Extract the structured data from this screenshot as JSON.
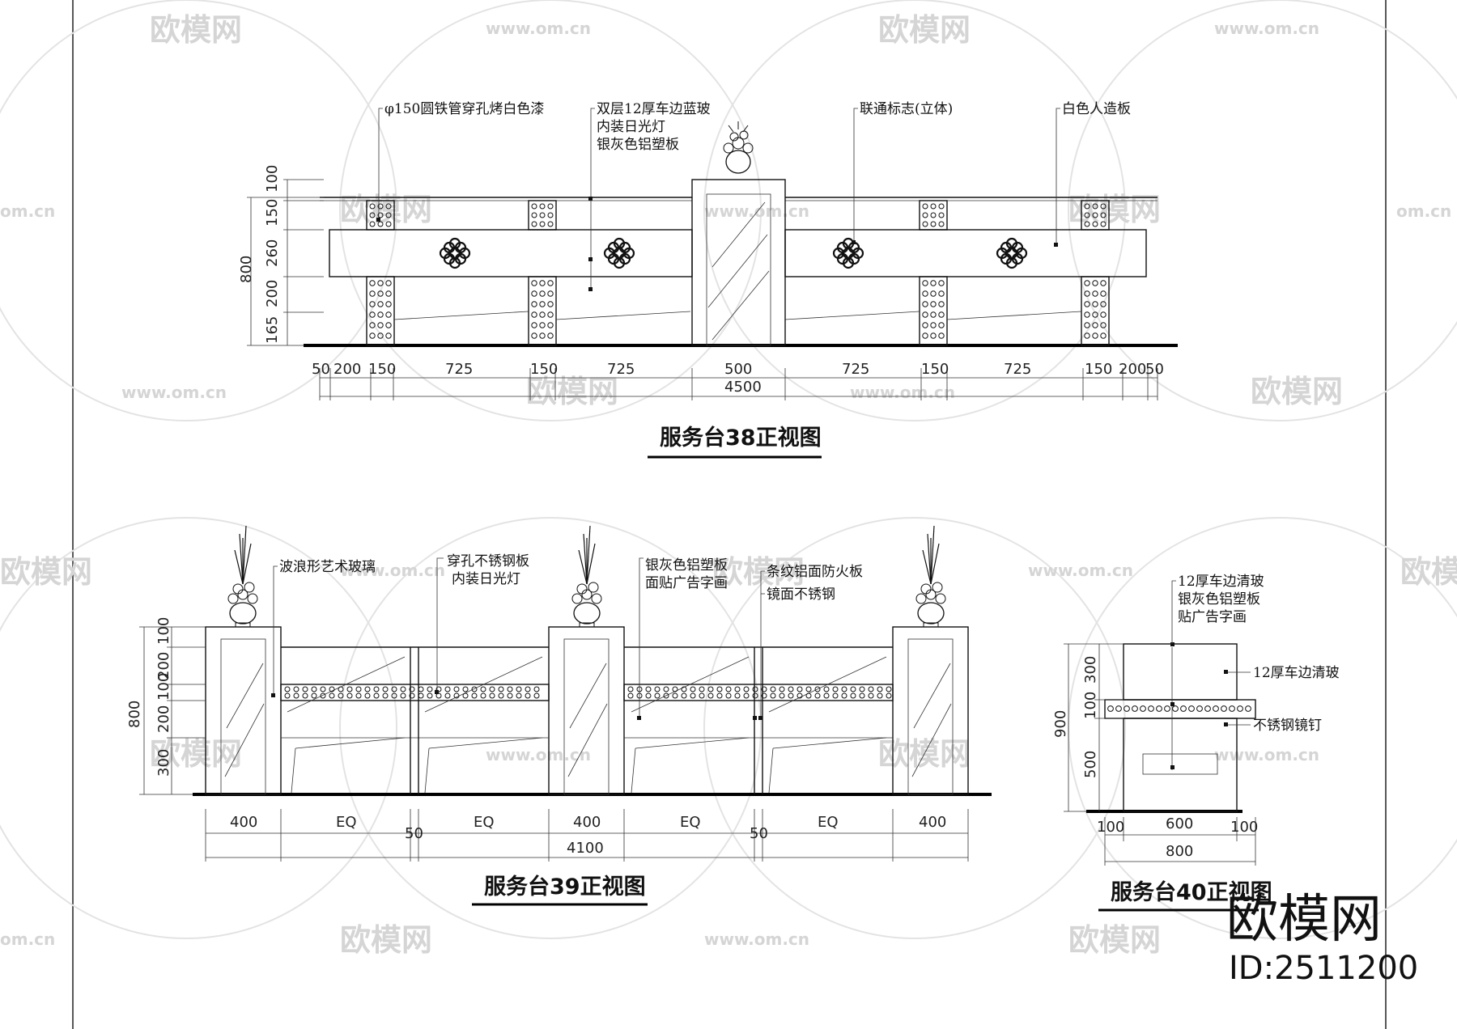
{
  "watermark": {
    "brand": "欧模网",
    "url": "www.om.cn",
    "url_short": "om.cn"
  },
  "corner_brand": {
    "name": "欧模网",
    "id": "ID:2511200"
  },
  "view38": {
    "title": "服务台38正视图",
    "notes": [
      "φ150圆铁管穿孔烤白色漆",
      "双层12厚车边蓝玻",
      "内装日光灯",
      "银灰色铝塑板",
      "联通标志(立体)",
      "白色人造板"
    ],
    "dims_bottom": [
      "50",
      "200",
      "150",
      "725",
      "150",
      "725",
      "500",
      "725",
      "150",
      "725",
      "150",
      "200",
      "50"
    ],
    "dim_total": "4500",
    "dims_side": [
      "100",
      "150",
      "260",
      "200",
      "165"
    ],
    "dim_side_total": "800"
  },
  "view39": {
    "title": "服务台39正视图",
    "notes": [
      "波浪形艺术玻璃",
      "穿孔不锈钢板",
      "内装日光灯",
      "银灰色铝塑板",
      "面贴广告字画",
      "条纹铝面防火板",
      "镜面不锈钢"
    ],
    "dims_bottom": [
      "400",
      "EQ",
      "50",
      "EQ",
      "400",
      "EQ",
      "50",
      "EQ",
      "400"
    ],
    "dim_total": "4100",
    "dims_side": [
      "100",
      "200",
      "100",
      "200",
      "300"
    ],
    "dim_side_total": "800"
  },
  "view40": {
    "title": "服务台40正视图",
    "notes": [
      "12厚车边清玻",
      "银灰色铝塑板",
      "贴广告字画",
      "12厚车边清玻",
      "不锈钢镜钉"
    ],
    "dims_bottom": [
      "100",
      "600",
      "100"
    ],
    "dim_total": "800",
    "dims_side": [
      "300",
      "100",
      "500"
    ],
    "dim_side_total": "900"
  }
}
